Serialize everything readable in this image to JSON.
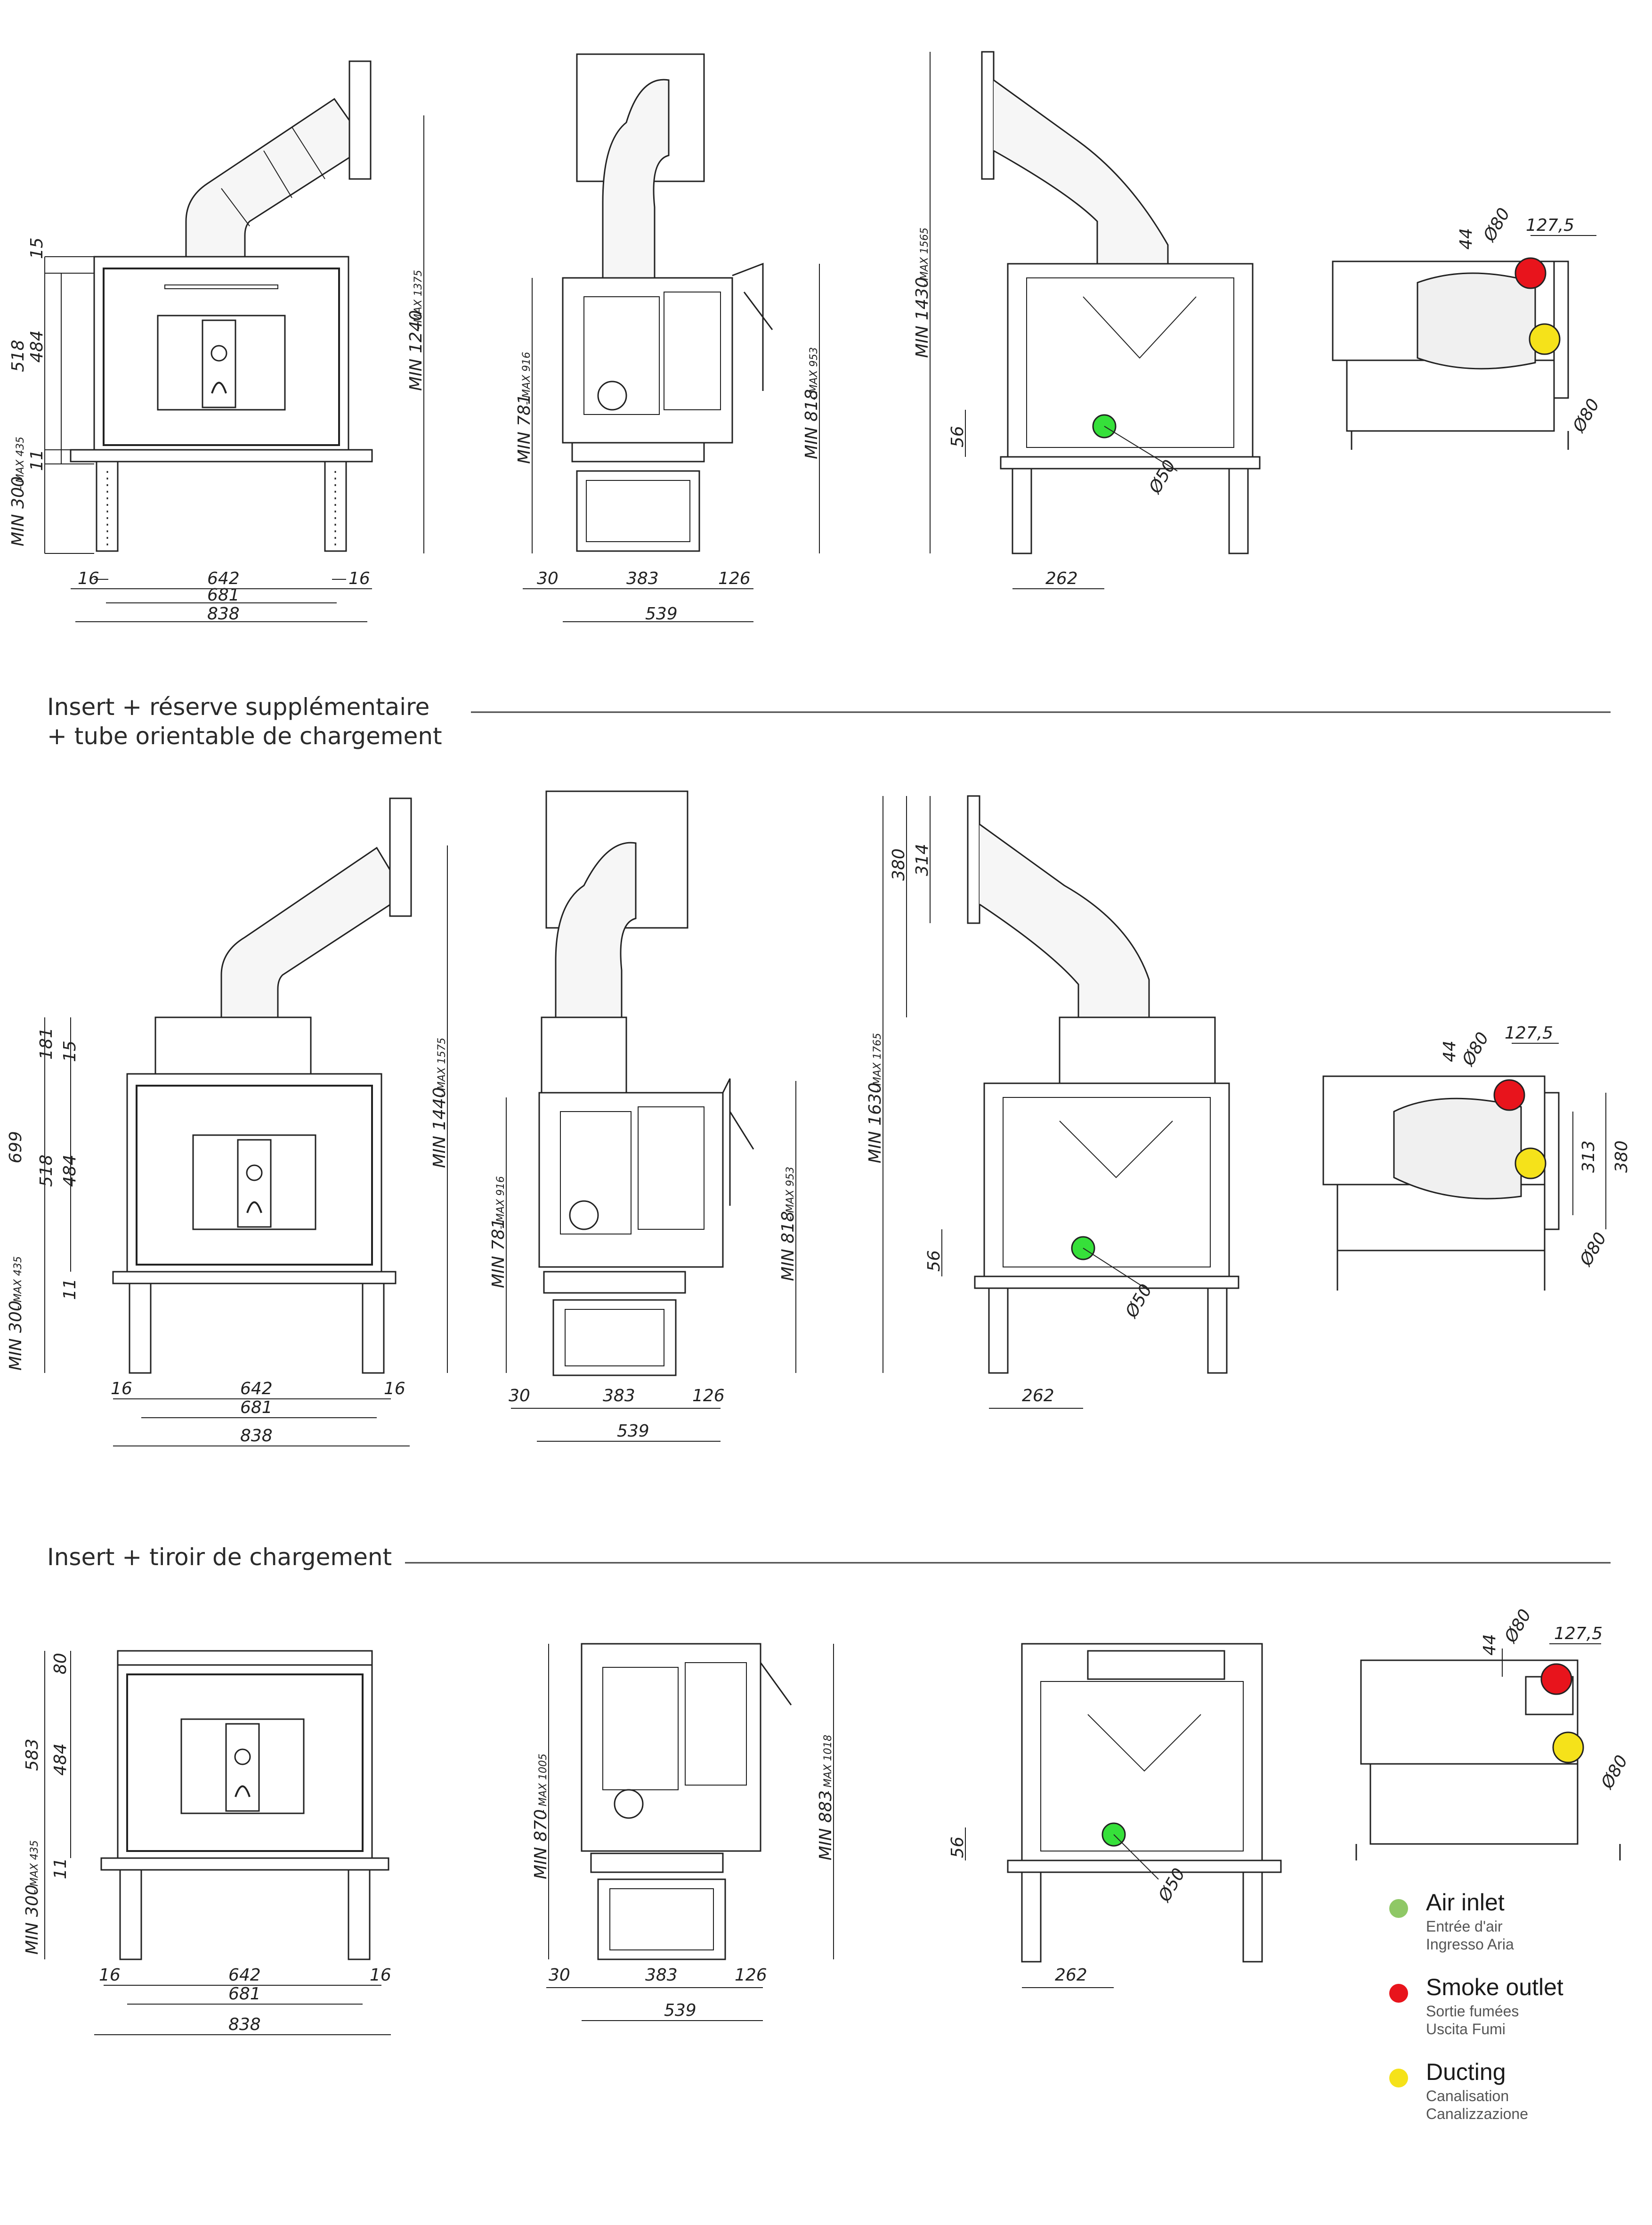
{
  "section_titles": [
    "Insert + réserve supplémentaire\n+ tube orientable de chargement",
    "Insert + tiroir de chargement"
  ],
  "colors": {
    "air_inlet": "#8fc866",
    "smoke_outlet": "#e8141c",
    "ducting": "#f5e21a",
    "green_port": "#36e03a"
  },
  "legend": [
    {
      "icon": "air-inlet-dot",
      "label": "Air inlet",
      "fr": "Entrée d'air",
      "it": "Ingresso Aria"
    },
    {
      "icon": "smoke-outlet-dot",
      "label": "Smoke outlet",
      "fr": "Sortie fumées",
      "it": "Uscita Fumi"
    },
    {
      "icon": "ducting-dot",
      "label": "Ducting",
      "fr": "Canalisation",
      "it": "Canalizzazione"
    }
  ],
  "labels": {
    "r1_front": [
      "15",
      "518",
      "484",
      "11",
      "MIN 300",
      "- MAX 435",
      "MIN 1240",
      "- MAX 1375",
      "16",
      "642",
      "16",
      "681",
      "838"
    ],
    "r1_side": [
      "MIN 781",
      "- MAX 916",
      "MIN 818",
      "- MAX 953",
      "30",
      "383",
      "126",
      "539"
    ],
    "r1_back": [
      "MIN 1430",
      "- MAX 1565",
      "56",
      "Ø50",
      "262"
    ],
    "r1_top": [
      "44",
      "Ø80",
      "127,5",
      "Ø80"
    ],
    "r2_front": [
      "181",
      "15",
      "699",
      "518",
      "484",
      "11",
      "MIN 300",
      "- MAX 435",
      "MIN 1440",
      "- MAX 1575",
      "16",
      "642",
      "16",
      "681",
      "838"
    ],
    "r2_side": [
      "MIN 781",
      "- MAX 916",
      "MIN 818",
      "- MAX 953",
      "30",
      "383",
      "126",
      "539"
    ],
    "r2_back": [
      "380",
      "314",
      "MIN 1630",
      "- MAX 1765",
      "56",
      "Ø50",
      "262"
    ],
    "r2_top": [
      "44",
      "Ø80",
      "127,5",
      "380",
      "313",
      "Ø80"
    ],
    "r3_front": [
      "80",
      "583",
      "484",
      "11",
      "MIN 300",
      "- MAX 435",
      "16",
      "642",
      "16",
      "681",
      "838"
    ],
    "r3_side": [
      "MIN 870",
      "- MAX 1005",
      "MIN 883",
      "- MAX 1018",
      "30",
      "383",
      "126",
      "539"
    ],
    "r3_back": [
      "56",
      "Ø50",
      "262"
    ],
    "r3_top": [
      "44",
      "Ø80",
      "127,5",
      "Ø80"
    ]
  }
}
